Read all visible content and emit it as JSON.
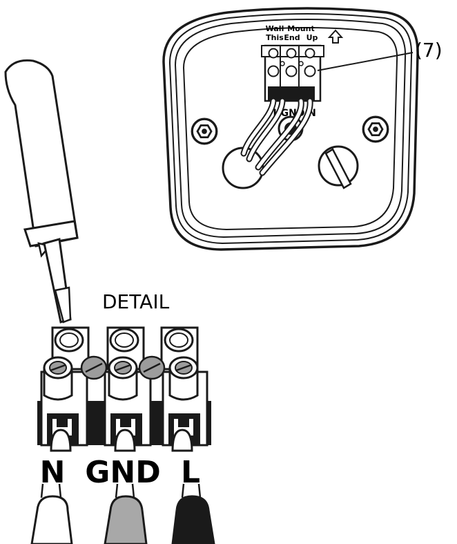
{
  "mount_labels": {
    "wall": "Wall",
    "this": "This",
    "mount": "Mount",
    "end": "End",
    "up": "Up"
  },
  "callout": "(7)",
  "small_terminal_labels": {
    "l": "L",
    "gnd": "GND",
    "n": "N"
  },
  "detail_label": "DETAIL",
  "wire_labels": {
    "n": "N",
    "gnd": "GND",
    "l": "L"
  },
  "colors": {
    "line": "#1a1a1a",
    "grey_wire": "#a8a8a8",
    "black_wire": "#1a1a1a",
    "white_wire": "#ffffff"
  },
  "icons": [
    "screwdriver-icon",
    "arrow-up-icon",
    "screw-icon"
  ]
}
